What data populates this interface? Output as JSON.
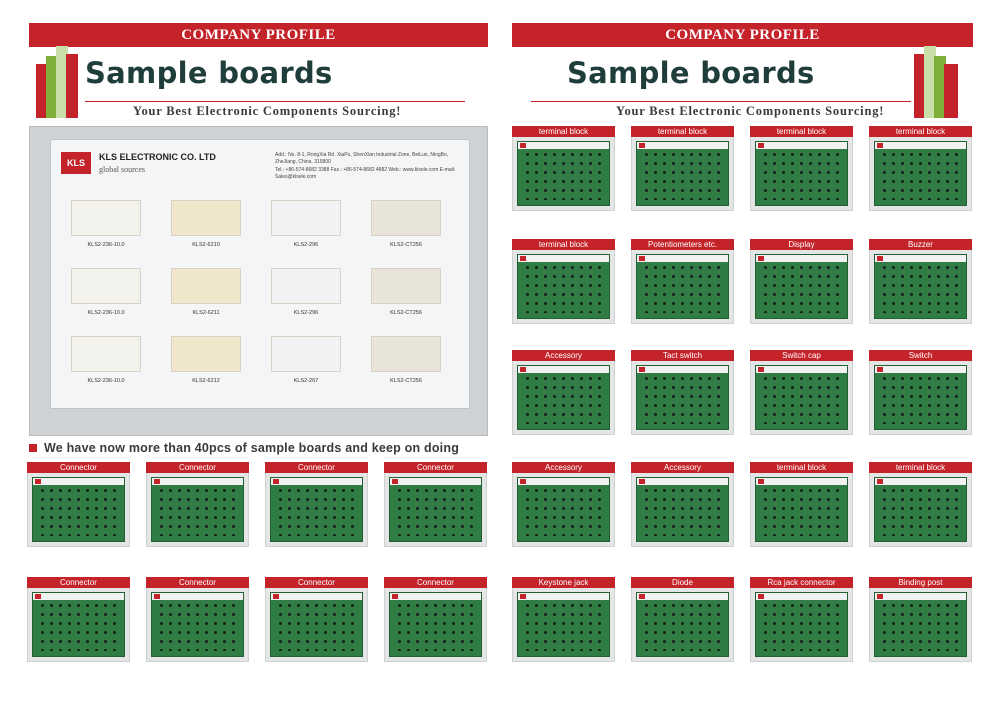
{
  "left_page": {
    "banner": "COMPANY PROFILE",
    "title": "Sample boards",
    "subtitle": "Your Best Electronic Components Sourcing!",
    "photo": {
      "company_name": "KLS ELECTRONIC CO. LTD",
      "brand_line": "global sources",
      "logo_text": "KLS",
      "address_text": "Add.: No. 8-1, RongXia Rd. XiaPu, ShenXian Industrial Zone, BeiLun, NingBo, ZheJiang, China. 315800",
      "contact_text": "Tel.: +86-574-8682 3388  Fax.: +86-574-8682 4882  Web.: www.klsele.com  E-mail: Sales@klsele.com",
      "labels": [
        "KLS2-236-10.0",
        "KLS2-6210",
        "KLS2-296",
        "KLS2-CT256",
        "KLS2-236-10.0",
        "KLS2-6211",
        "KLS2-296",
        "KLS2-CT256",
        "KLS2-236-10.0",
        "KLS2-6212",
        "KLS2-267",
        "KLS2-CT256"
      ]
    },
    "note": "We have now more than 40pcs of sample boards and keep on doing",
    "thumbs": [
      "Connector",
      "Connector",
      "Connector",
      "Connector",
      "Connector",
      "Connector",
      "Connector",
      "Connector"
    ]
  },
  "right_page": {
    "banner": "COMPANY PROFILE",
    "title": "Sample boards",
    "subtitle": "Your Best Electronic Components Sourcing!",
    "thumbs": [
      "terminal block",
      "terminal block",
      "terminal block",
      "terminal block",
      "terminal block",
      "Potentiometers etc.",
      "Display",
      "Buzzer",
      "Accessory",
      "Tact switch",
      "Switch cap",
      "Switch",
      "Accessory",
      "Accessory",
      "terminal block",
      "terminal block",
      "Keystone jack",
      "Diode",
      "Rca jack connector",
      "Binding post"
    ]
  },
  "colors": {
    "accent_red": "#c4232a",
    "title_green": "#1f3d3a",
    "board_green": "#2f7d45"
  }
}
